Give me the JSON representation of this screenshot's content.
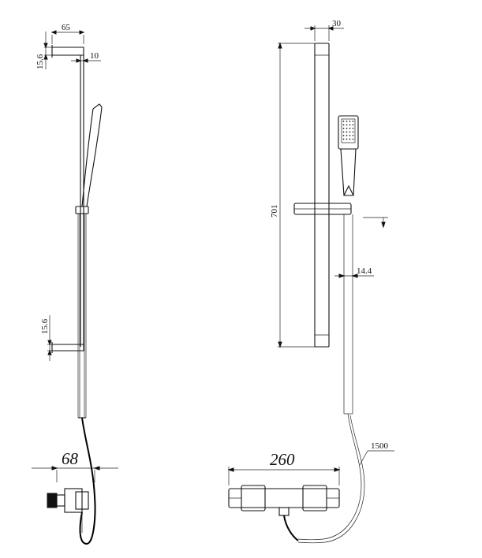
{
  "dimensions": {
    "top_width_left": "65",
    "top_height_left": "15.6",
    "rail_offset_left": "10",
    "bottom_height_left": "15.6",
    "valve_depth": "68",
    "rail_depth_right": "30",
    "rail_length": "701",
    "hose_diameter": "14.4",
    "valve_width": "260",
    "hose_length": "1500"
  }
}
